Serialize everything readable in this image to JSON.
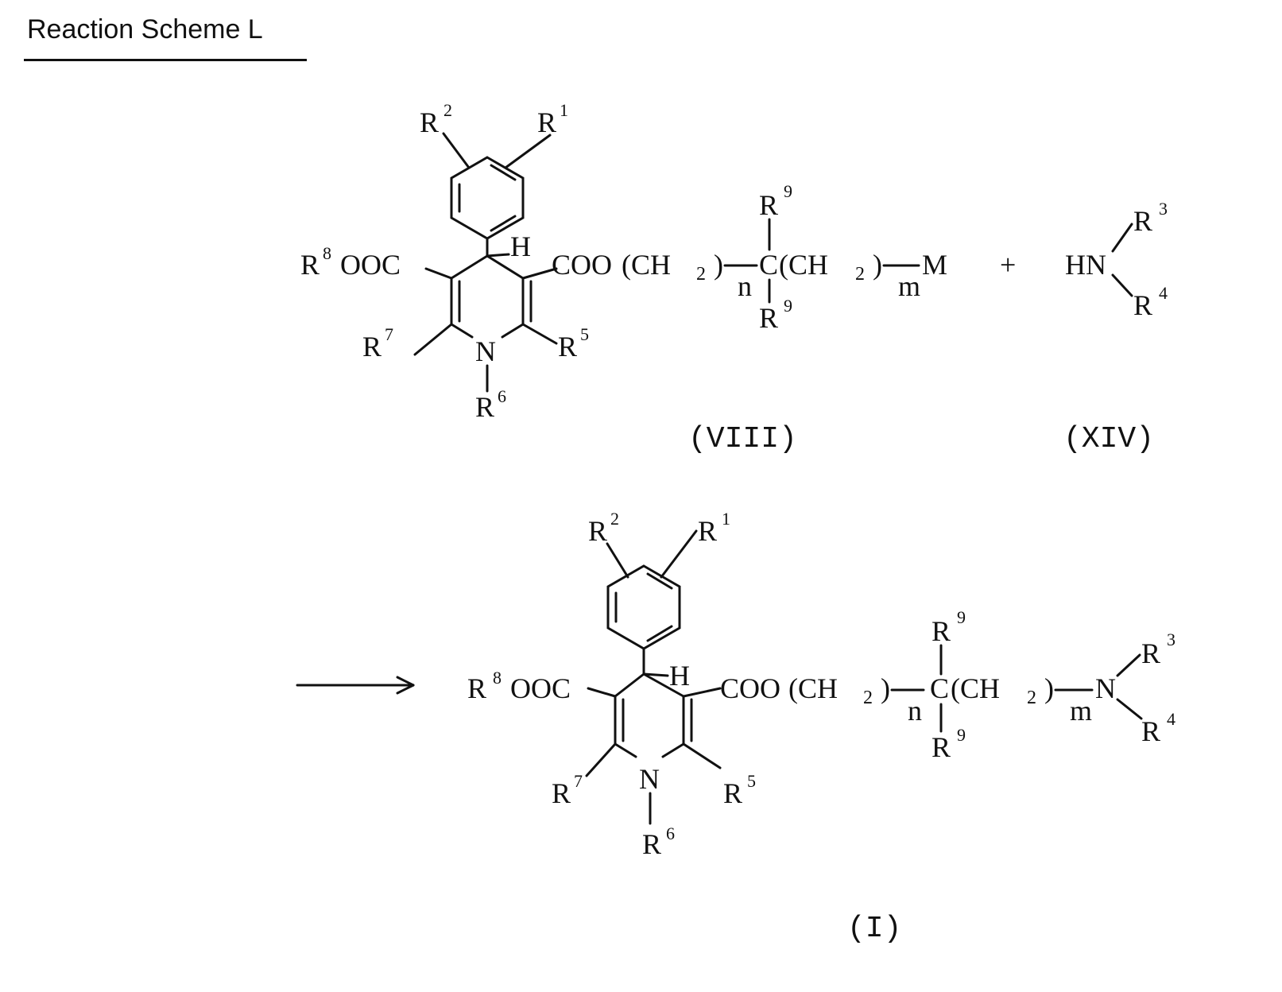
{
  "title": "Reaction Scheme L",
  "labels": {
    "R": "R",
    "H": "H",
    "N": "N",
    "C": "C",
    "COO": "COO",
    "OOC": "OOC",
    "CH": "(CH",
    "close": ")",
    "M": "M",
    "HN": "HN",
    "plus": "+",
    "two": "2",
    "n": "n",
    "m": "m",
    "s1": "1",
    "s2": "2",
    "s3": "3",
    "s4": "4",
    "s5": "5",
    "s6": "6",
    "s7": "7",
    "s8": "8",
    "s9": "9"
  },
  "compounds": {
    "viii": "(VIII)",
    "xiv": "(XIV)",
    "product": "(I)"
  }
}
